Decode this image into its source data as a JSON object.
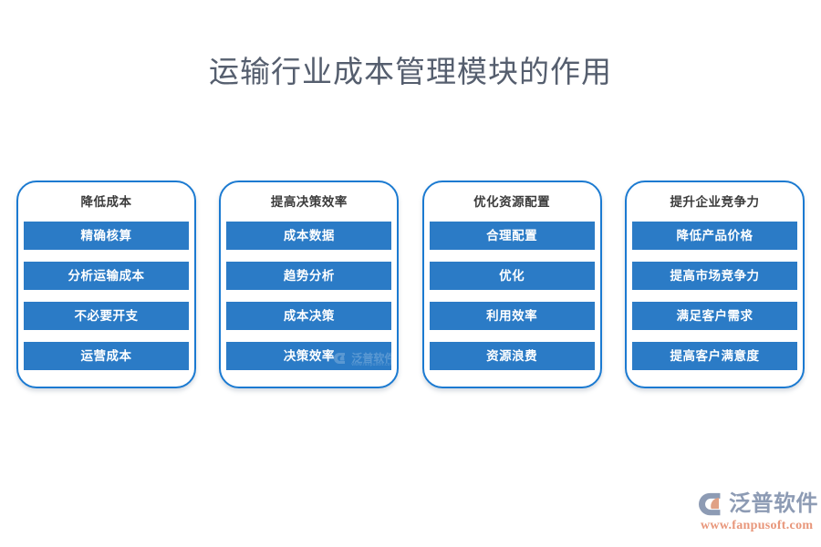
{
  "page": {
    "title": "运输行业成本管理模块的作用",
    "background_color": "#ffffff",
    "title_color": "#555e6e",
    "accent_color": "#2b7bc6",
    "border_color": "#1b7ad1"
  },
  "cards": [
    {
      "header": "降低成本",
      "items": [
        "精确核算",
        "分析运输成本",
        "不必要开支",
        "运营成本"
      ]
    },
    {
      "header": "提高决策效率",
      "items": [
        "成本数据",
        "趋势分析",
        "成本决策",
        "决策效率"
      ]
    },
    {
      "header": "优化资源配置",
      "items": [
        "合理配置",
        "优化",
        "利用效率",
        "资源浪费"
      ]
    },
    {
      "header": "提升企业竞争力",
      "items": [
        "降低产品价格",
        "提高市场竞争力",
        "满足客户需求",
        "提高客户满意度"
      ]
    }
  ],
  "watermark": {
    "name": "泛普软件",
    "url": "www.fanpusoft.com",
    "mark_icon": "fanpu-logo-icon",
    "name_color": "#8d9bb4",
    "url_color": "#e8967a"
  }
}
